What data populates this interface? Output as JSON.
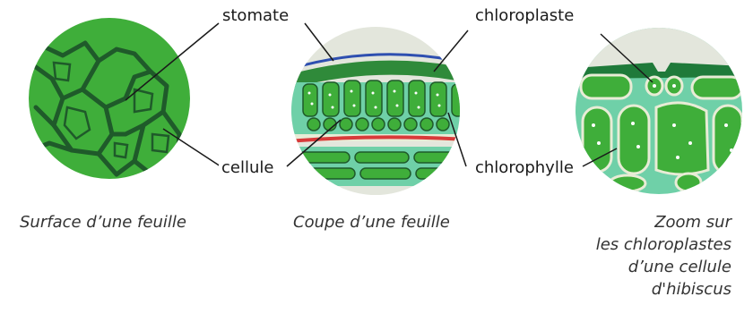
{
  "labels": {
    "stomate": "stomate",
    "cellule": "cellule",
    "chloroplaste": "chloroplaste",
    "chlorophylle": "chlorophylle"
  },
  "captions": {
    "surface": "Surface d’une feuille",
    "coupe": "Coupe d’une feuille",
    "zoom_lines": [
      "Zoom sur",
      "les chloroplastes",
      "d’une cellule",
      "d'hibiscus"
    ]
  },
  "colors": {
    "leaf_green": "#3fae3a",
    "dark_green": "#1f5a2a",
    "mint": "#6fd0a8",
    "pale": "#e8ecd6",
    "red_band": "#d83a3a",
    "blue_edge": "#2e4fb0"
  }
}
